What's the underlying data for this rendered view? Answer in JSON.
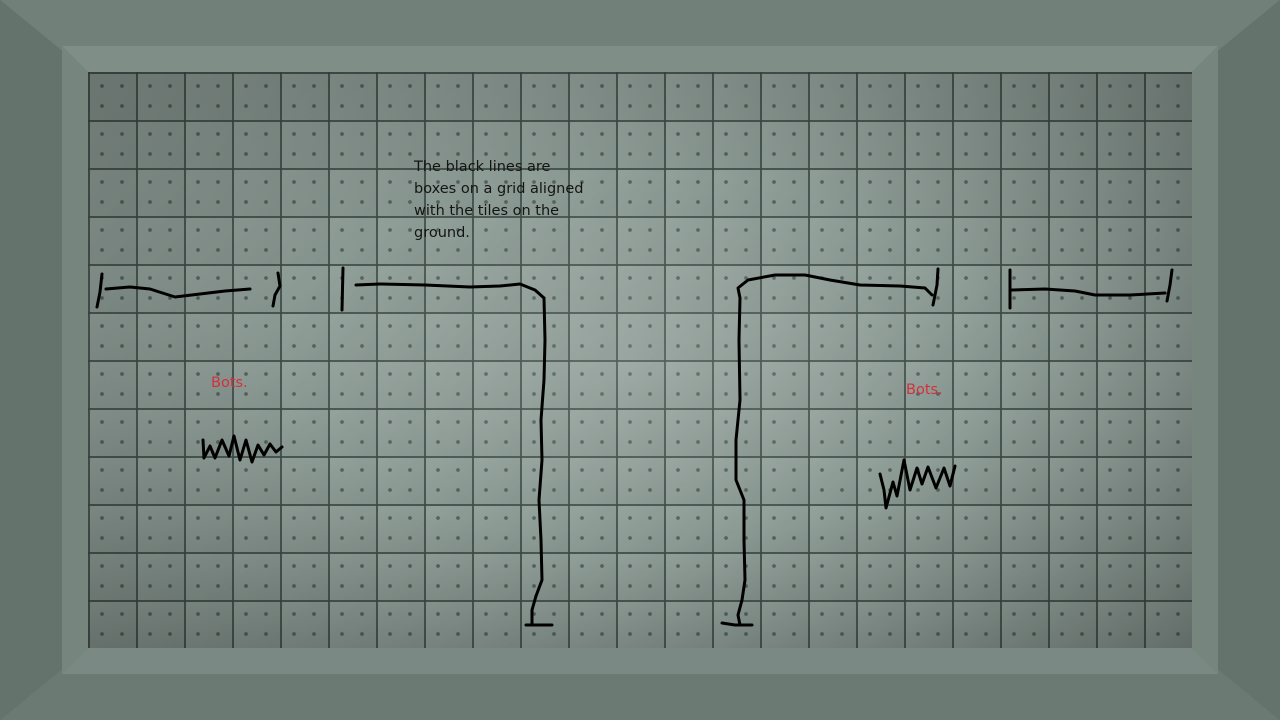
{
  "scene": {
    "note": "The black lines are boxes on a grid aligned with the tiles on the ground.",
    "bot_groups": [
      {
        "label": "Bots.",
        "scribble_text": ""
      },
      {
        "label": "Bots.",
        "scribble_text": ""
      }
    ],
    "colors": {
      "floor": "#8c9b95",
      "wall": "#6f7f78",
      "box_lines": "#000000",
      "bots_text": "#d4303a"
    }
  }
}
